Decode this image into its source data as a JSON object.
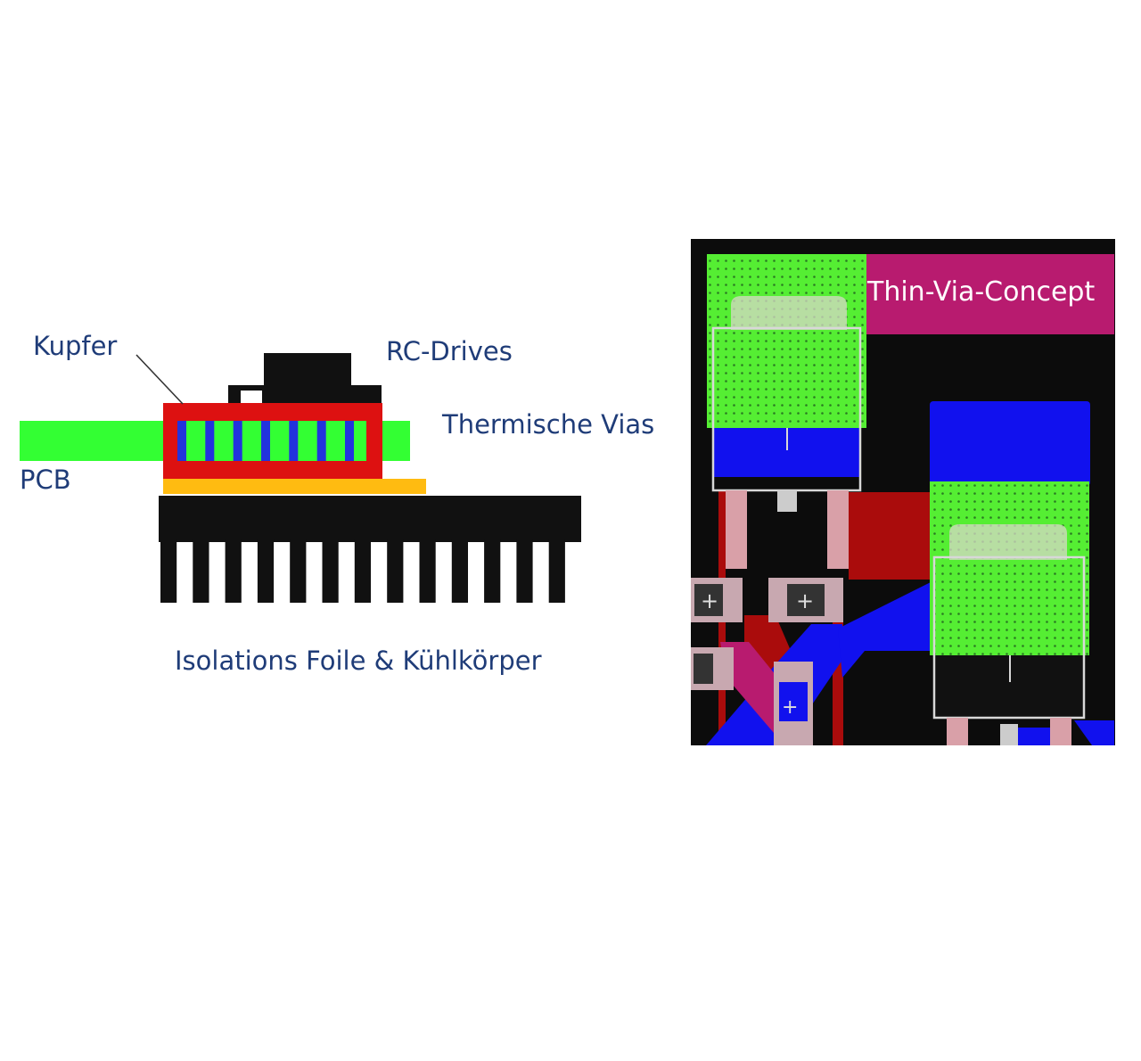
{
  "labels": {
    "kupfer": "Kupfer",
    "rc_drives": "RC-Drives",
    "thermische_vias": "Thermische Vias",
    "pcb": "PCB",
    "isolation": "Isolations Foile & Kühlkörper",
    "thin_via_concept": "Thin-Via-Concept"
  },
  "colors": {
    "pcb_green": "#33ff33",
    "copper_red": "#dd1111",
    "via_blue": "#2233dd",
    "insulation_orange": "#ffbb11",
    "heatsink_black": "#111111",
    "layout_background": "#0c0c0c",
    "layout_green": "#55ee33",
    "layout_blue": "#1111ee",
    "layout_red": "#aa0c0c",
    "layout_magenta": "#b81b6f",
    "label_blue": "#1f3c78"
  },
  "cross_section": {
    "thermal_via_count": 7,
    "heatsink_fin_count": 13
  }
}
